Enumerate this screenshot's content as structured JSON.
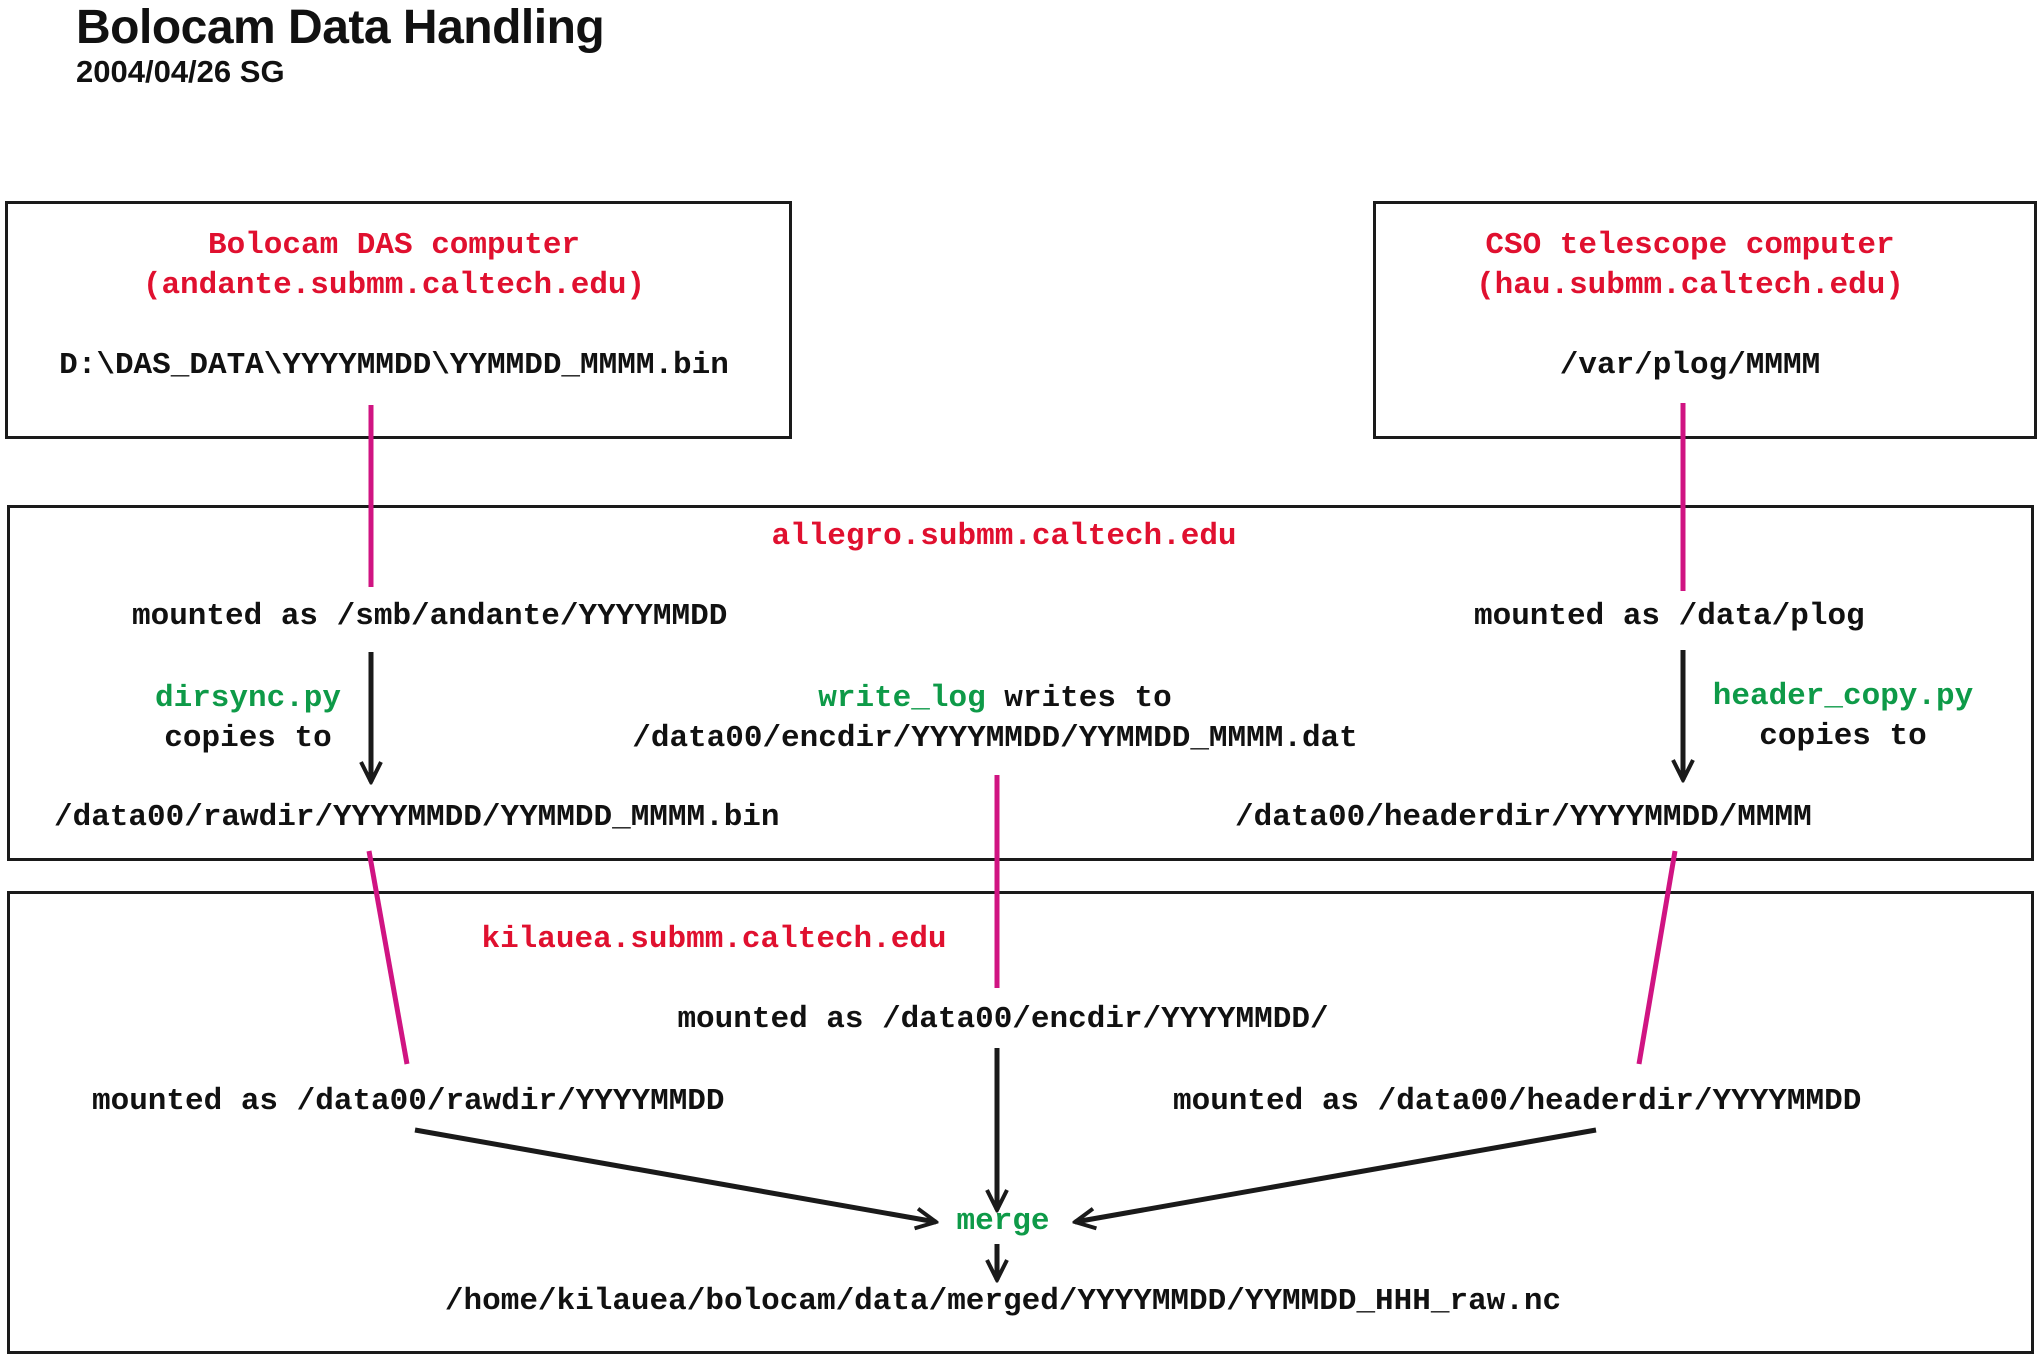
{
  "header": {
    "title": "Bolocam Data Handling",
    "subtitle": "2004/04/26 SG"
  },
  "colors": {
    "hostname_red": "#e0102f",
    "script_green": "#0e9a48",
    "link_magenta": "#d01482",
    "arrow_black": "#1a1a1a"
  },
  "das_box": {
    "title": "Bolocam DAS computer",
    "host": "(andante.submm.caltech.edu)",
    "path": "D:\\DAS_DATA\\YYYYMMDD\\YYMMDD_MMMM.bin"
  },
  "cso_box": {
    "title": "CSO telescope computer",
    "host": "(hau.submm.caltech.edu)",
    "path": "/var/plog/MMMM"
  },
  "allegro_box": {
    "host": "allegro.submm.caltech.edu",
    "mount_left": "mounted as /smb/andante/YYYYMMDD",
    "mount_right": "mounted as /data/plog",
    "dirsync_script": "dirsync.py",
    "dirsync_action": "copies to",
    "writelog_script": "write_log",
    "writelog_action": " writes to",
    "writelog_path": "/data00/encdir/YYYYMMDD/YYMMDD_MMMM.dat",
    "header_script": "header_copy.py",
    "header_action": "copies to",
    "raw_path": "/data00/rawdir/YYYYMMDD/YYMMDD_MMMM.bin",
    "header_path": "/data00/headerdir/YYYYMMDD/MMMM"
  },
  "kilauea_box": {
    "host": "kilauea.submm.caltech.edu",
    "mount_center": "mounted as /data00/encdir/YYYYMMDD/",
    "mount_left": "mounted as /data00/rawdir/YYYYMMDD",
    "mount_right": "mounted as /data00/headerdir/YYYYMMDD",
    "merge_script": "merge",
    "output_path": "/home/kilauea/bolocam/data/merged/YYYYMMDD/YYMMDD_HHH_raw.nc"
  }
}
